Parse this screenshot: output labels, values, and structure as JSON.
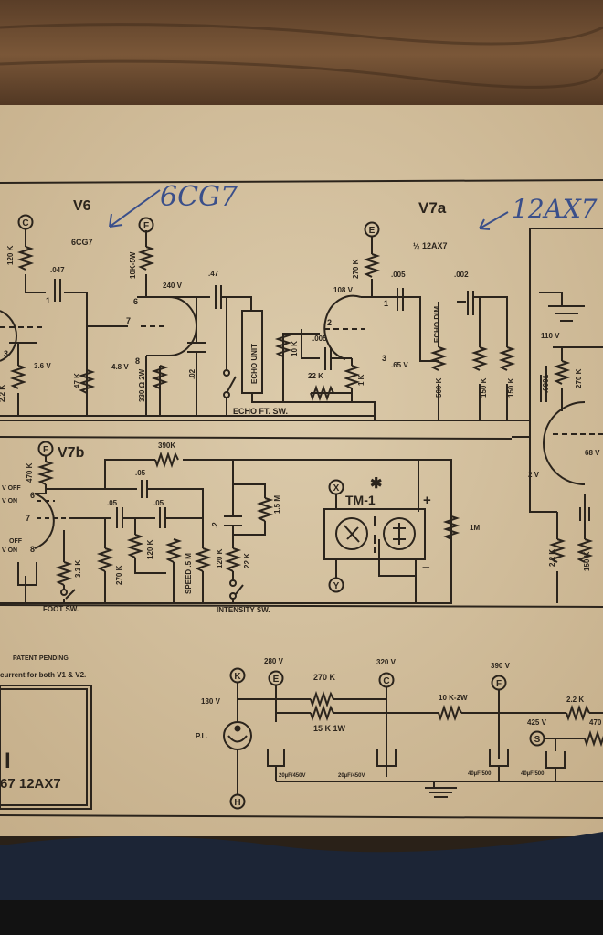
{
  "colors": {
    "paper": "#d8c6a6",
    "ink": "#2b241c",
    "handwriting": "#3a4f8a",
    "wood": "#6e4e33",
    "fabric": "#1c2536"
  },
  "handwritten": {
    "v6_tube": "6CG7",
    "v7a_tube": "12AX7"
  },
  "tubes": {
    "v6": "V6",
    "v6_type": "6CG7",
    "v7a": "V7a",
    "v7a_type": "½ 12AX7",
    "v7b": "V7b"
  },
  "nodes": {
    "c": "C",
    "f": "F",
    "e": "E",
    "k": "K",
    "h": "H",
    "s": "S",
    "x": "X",
    "y": "Y"
  },
  "top_left": {
    "r1": "120 K",
    "c1": ".047",
    "v1": "3.6 V",
    "r2": "2.2 K",
    "r3": "47 K",
    "r4": "10K-5W",
    "v2": "240 V",
    "c2": ".47",
    "pin7": "7",
    "pin6": "6",
    "pin8": "8",
    "pin1": "1",
    "pin3": "3",
    "v3": "4.8 V",
    "r5": "330 Ω 2W",
    "c3": ".02",
    "echo_unit": "ECHO UNIT",
    "r6": "10 K",
    "switch": "ECHO FT. SW."
  },
  "top_right": {
    "r1": "270 K",
    "v1": "108 V",
    "c1": ".005",
    "c2": ".002",
    "c3": ".005",
    "r2": "22 K",
    "r3": "1 K",
    "v2": ".65 V",
    "pot": "ECHO DIM.",
    "pot_val": "500 K",
    "r4": "150 K",
    "r5": "150 K",
    "v3": "110 V",
    "c4": ".0001",
    "r6": "270 K",
    "v4": "68 V",
    "v5": "2 V",
    "r7": "2.2 K",
    "r8": "150 K",
    "pin1": "1",
    "pin2": "2",
    "pin3": "3"
  },
  "middle": {
    "r1": "470 K",
    "v_off1": "V OFF",
    "v_on1": "V ON",
    "v_off2": "OFF",
    "v_on2": "V ON",
    "pin6": "6",
    "pin7": "7",
    "pin8": "8",
    "r2": "390K",
    "c1": ".05",
    "c2": ".05",
    "c3": ".05",
    "r3": "120 K",
    "r4": "270 K",
    "r5": "3.3 K",
    "pot": "SPEED .5 M",
    "r6": "120 K",
    "r7": "22 K",
    "c4": ".2",
    "r8": "1.5 M",
    "foot_sw": "FOOT SW.",
    "intensity_sw": "INTENSITY SW.",
    "tm": "TM-1",
    "star": "✱",
    "plus": "+",
    "minus": "−",
    "r9": "1M"
  },
  "power": {
    "patent": "PATENT PENDING",
    "note": "current for both V1 & V2.",
    "box_i": "I",
    "box_tubes": "67 12AX7",
    "v280": "280 V",
    "v320": "320 V",
    "v390": "390 V",
    "v130": "130 V",
    "v425": "425 V",
    "r1": "270 K",
    "r2": "15 K  1W",
    "r3": "10 K-2W",
    "r4": "2.2 K",
    "r5": "470",
    "pl": "P.L.",
    "cap1": "20µF/450V",
    "cap2": "20µF/450V",
    "cap3": "40µF/500",
    "cap4": "40µF/500"
  }
}
